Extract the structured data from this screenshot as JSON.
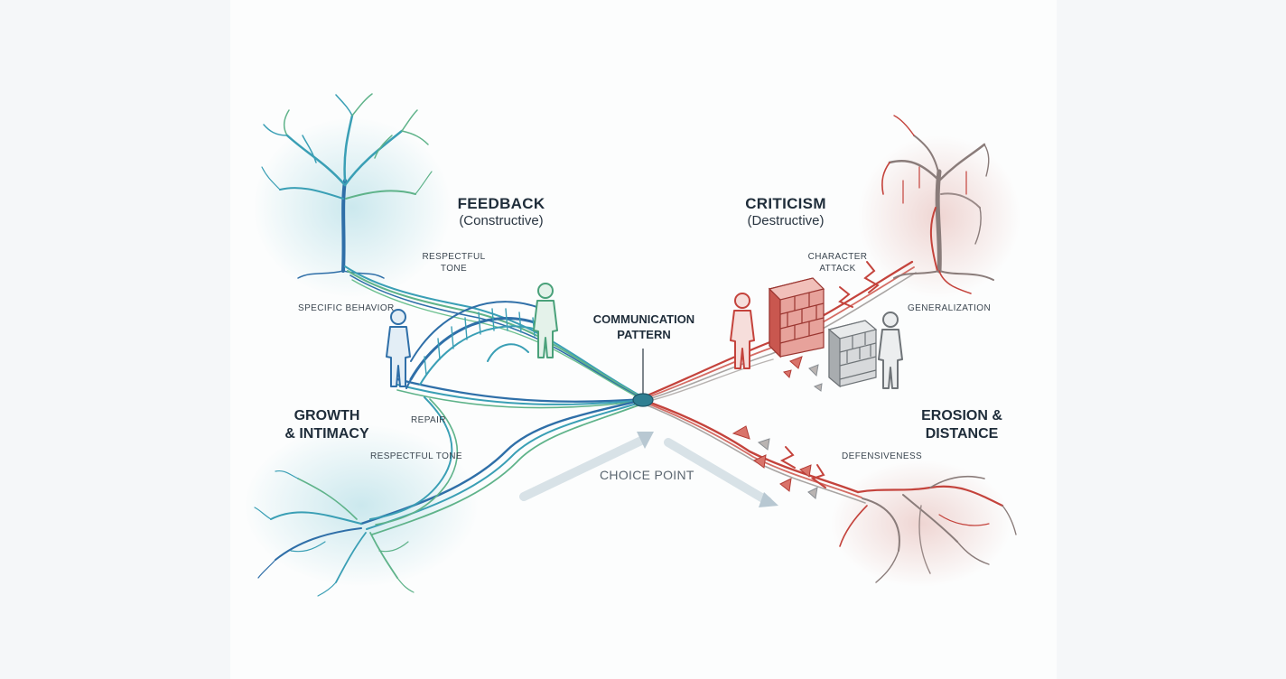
{
  "feedback": {
    "title": "FEEDBACK",
    "subtitle": "(Constructive)"
  },
  "criticism": {
    "title": "CRITICISM",
    "subtitle": "(Destructive)"
  },
  "center": {
    "line1": "COMMUNICATION",
    "line2": "PATTERN"
  },
  "choice_point": "CHOICE POINT",
  "left_labels": {
    "respectful_tone_top_1": "RESPECTFUL",
    "respectful_tone_top_2": "TONE",
    "specific_behavior": "SPECIFIC BEHAVIOR",
    "repair": "REPAIR",
    "respectful_tone_bottom": "RESPECTFUL TONE"
  },
  "right_labels": {
    "character_attack_1": "CHARACTER",
    "character_attack_2": "ATTACK",
    "generalization": "GENERALIZATION",
    "defensiveness": "DEFENSIVENESS"
  },
  "outcomes": {
    "growth_1": "GROWTH",
    "growth_2": "& INTIMACY",
    "erosion_1": "EROSION &",
    "erosion_2": "DISTANCE"
  },
  "colors": {
    "teal": "#3a9fb5",
    "blue": "#2f6fa8",
    "green": "#5fb38a",
    "red": "#c4433c",
    "gray": "#8a8f94"
  }
}
